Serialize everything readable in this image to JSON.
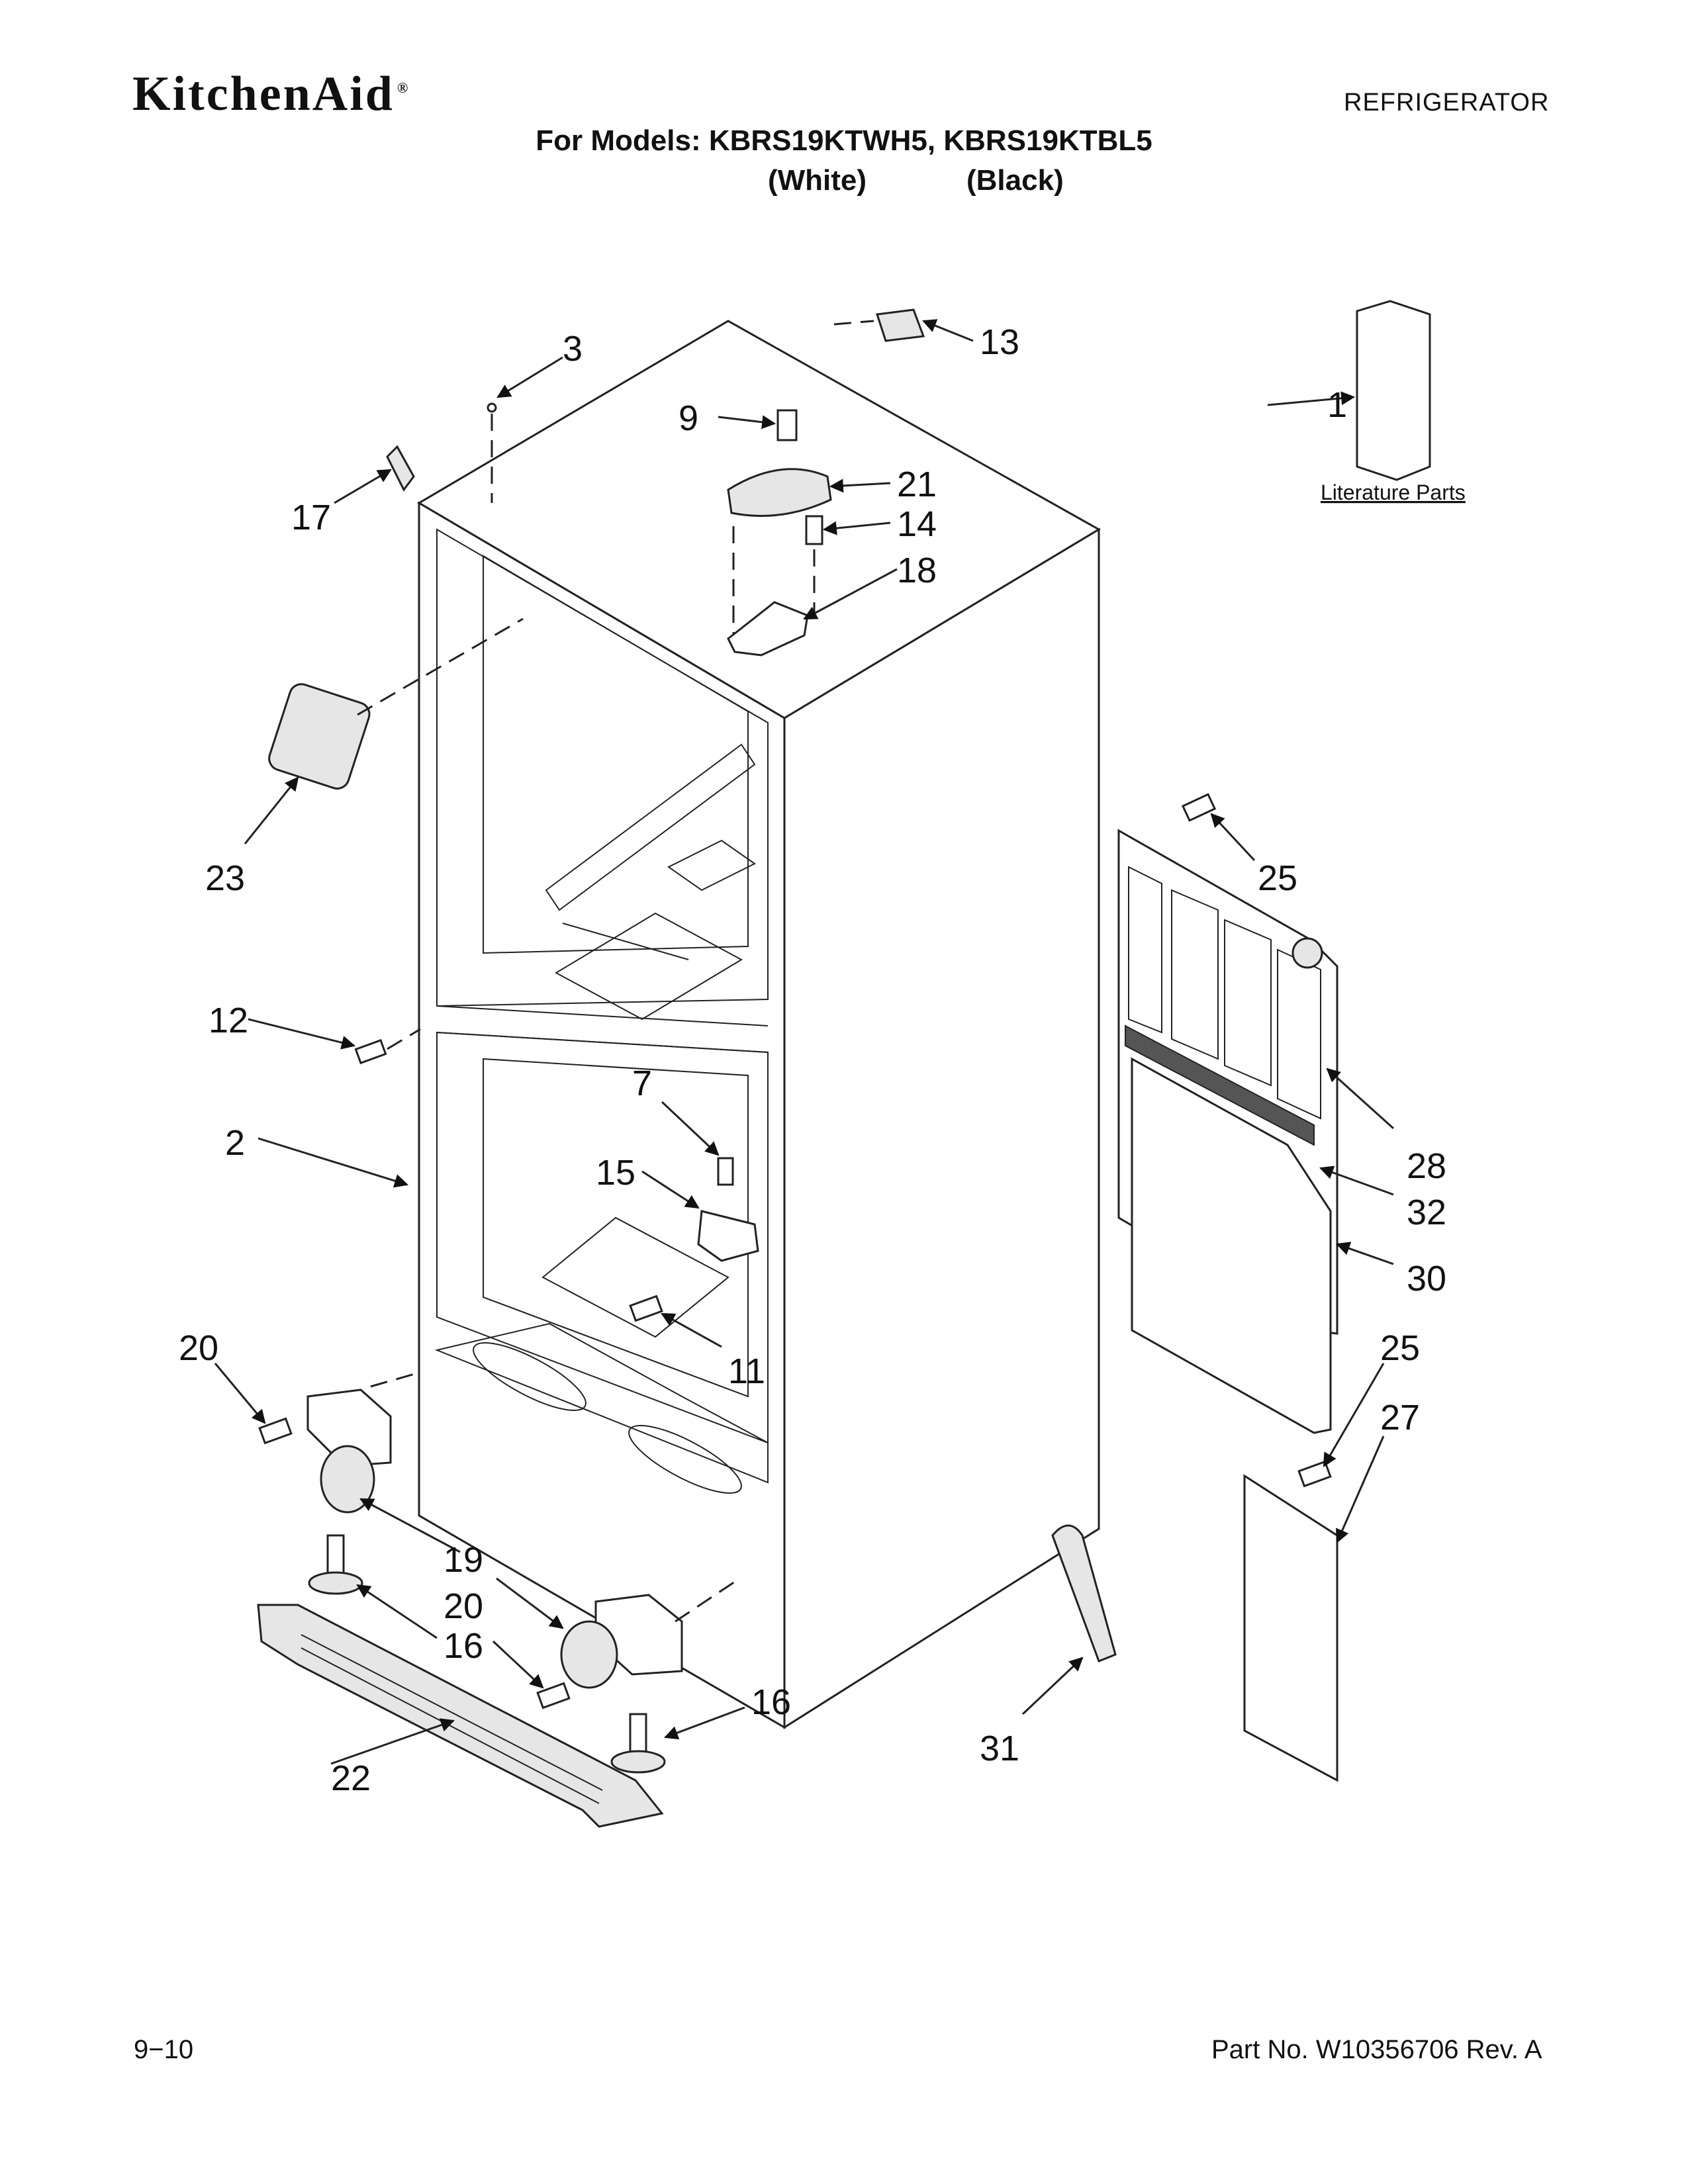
{
  "header": {
    "brand": "KitchenAid",
    "brand_mark": "®",
    "category": "REFRIGERATOR",
    "models_line": "For Models: KBRS19KTWH5, KBRS19KTBL5",
    "color_white": "(White)",
    "color_black": "(Black)"
  },
  "diagram": {
    "literature_label": "Literature Parts",
    "callouts": [
      "1",
      "2",
      "3",
      "7",
      "9",
      "11",
      "12",
      "13",
      "14",
      "15",
      "16",
      "16",
      "17",
      "18",
      "19",
      "19",
      "20",
      "20",
      "21",
      "22",
      "23",
      "25",
      "25",
      "27",
      "28",
      "30",
      "31",
      "32"
    ]
  },
  "footer": {
    "page": "9−10",
    "part_number": "Part No. W10356706 Rev. A"
  }
}
